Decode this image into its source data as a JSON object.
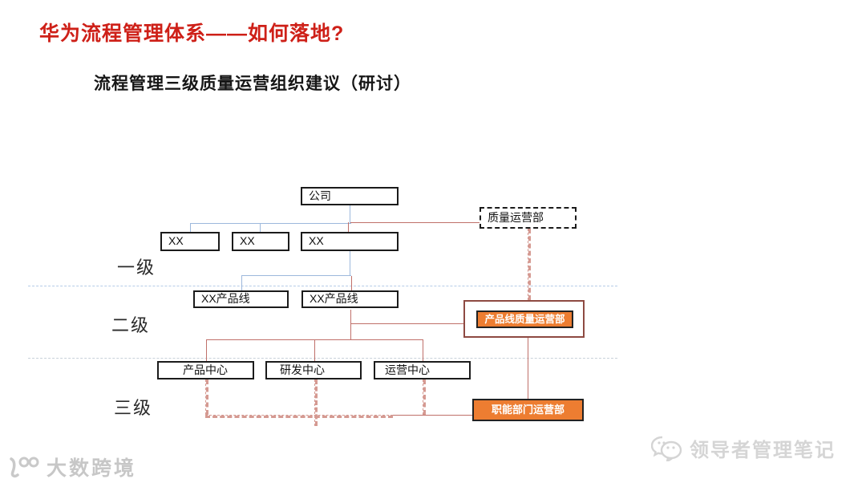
{
  "slide": {
    "title": "华为流程管理体系——如何落地?",
    "subtitle": "流程管理三级质量运营组织建议（研讨）"
  },
  "diagram": {
    "level_labels": {
      "l1": "一级",
      "l2": "二级",
      "l3": "三级"
    },
    "nodes": {
      "company": "公司",
      "quality_ops": "质量运营部",
      "xx1": "XX",
      "xx2": "XX",
      "xx3": "XX",
      "product_line_1": "XX产品线",
      "product_line_2": "XX产品线",
      "pl_quality_ops": "产品线质量运营部",
      "product_center": "产品中心",
      "rd_center": "研发中心",
      "ops_center": "运营中心",
      "func_dept_ops": "职能部门运营部"
    }
  },
  "colors": {
    "title_red": "#CE2018",
    "orange_fill": "#ED7D31",
    "red_line": "#C0706A",
    "red_dashed_line": "#D59A92",
    "blue_line": "#9DB8DC",
    "outer_box_border": "#8E4A42"
  },
  "watermarks": {
    "left_text": "大数跨境",
    "right_text": "领导者管理笔记"
  }
}
